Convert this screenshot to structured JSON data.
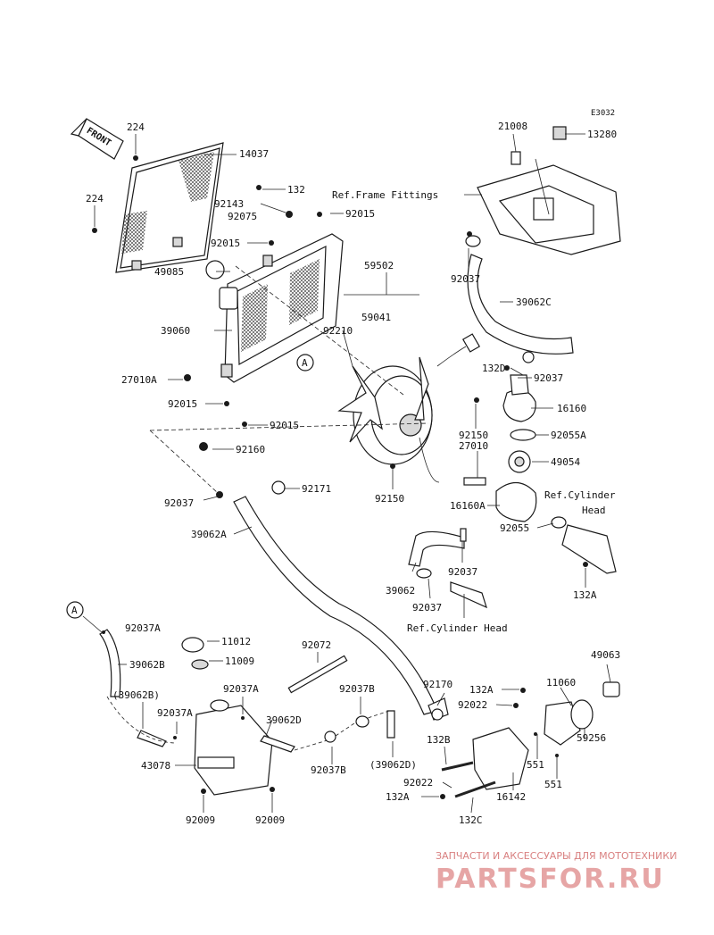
{
  "diagram_code": "E3032",
  "front_label": "FRONT",
  "parts": [
    {
      "id": "p224a",
      "label": "224"
    },
    {
      "id": "p14037",
      "label": "14037"
    },
    {
      "id": "p224b",
      "label": "224"
    },
    {
      "id": "p92143",
      "label": "92143"
    },
    {
      "id": "p132",
      "label": "132"
    },
    {
      "id": "p92075",
      "label": "92075"
    },
    {
      "id": "p92015a",
      "label": "92015"
    },
    {
      "id": "p92015b",
      "label": "92015"
    },
    {
      "id": "pRefFrame",
      "label": "Ref.Frame Fittings"
    },
    {
      "id": "p21008",
      "label": "21008"
    },
    {
      "id": "p13280",
      "label": "13280"
    },
    {
      "id": "p49085",
      "label": "49085"
    },
    {
      "id": "p59502",
      "label": "59502"
    },
    {
      "id": "p92037a",
      "label": "92037"
    },
    {
      "id": "p39062C",
      "label": "39062C"
    },
    {
      "id": "p59041",
      "label": "59041"
    },
    {
      "id": "p92210",
      "label": "92210"
    },
    {
      "id": "p39060",
      "label": "39060"
    },
    {
      "id": "pA1",
      "label": "A"
    },
    {
      "id": "p132D",
      "label": "132D"
    },
    {
      "id": "p92037b",
      "label": "92037"
    },
    {
      "id": "p27010A",
      "label": "27010A"
    },
    {
      "id": "p16160",
      "label": "16160"
    },
    {
      "id": "p92015c",
      "label": "92015"
    },
    {
      "id": "p92150a",
      "label": "92150"
    },
    {
      "id": "p92015d",
      "label": "92015"
    },
    {
      "id": "p27010",
      "label": "27010"
    },
    {
      "id": "p92055A",
      "label": "92055A"
    },
    {
      "id": "p92160",
      "label": "92160"
    },
    {
      "id": "p49054",
      "label": "49054"
    },
    {
      "id": "p92171",
      "label": "92171"
    },
    {
      "id": "p92150b",
      "label": "92150"
    },
    {
      "id": "p16160A",
      "label": "16160A"
    },
    {
      "id": "pRefCyl1",
      "label": "Ref.Cylinder"
    },
    {
      "id": "pRefCyl1b",
      "label": "Head"
    },
    {
      "id": "p92037c",
      "label": "92037"
    },
    {
      "id": "p39062A",
      "label": "39062A"
    },
    {
      "id": "p92055",
      "label": "92055"
    },
    {
      "id": "p39062",
      "label": "39062"
    },
    {
      "id": "p92037d",
      "label": "92037"
    },
    {
      "id": "p132A",
      "label": "132A"
    },
    {
      "id": "p92037e",
      "label": "92037"
    },
    {
      "id": "pRefCyl2",
      "label": "Ref.Cylinder Head"
    },
    {
      "id": "pA2",
      "label": "A"
    },
    {
      "id": "p92037A",
      "label": "92037A"
    },
    {
      "id": "p11012",
      "label": "11012"
    },
    {
      "id": "p92072",
      "label": "92072"
    },
    {
      "id": "p39062B",
      "label": "39062B"
    },
    {
      "id": "p11009",
      "label": "11009"
    },
    {
      "id": "p49063",
      "label": "49063"
    },
    {
      "id": "p92037A2",
      "label": "92037A"
    },
    {
      "id": "p92037B",
      "label": "92037B"
    },
    {
      "id": "p92170",
      "label": "92170"
    },
    {
      "id": "p132A2",
      "label": "132A"
    },
    {
      "id": "p11060",
      "label": "11060"
    },
    {
      "id": "p39062Bp",
      "label": "(39062B)"
    },
    {
      "id": "p92037A3",
      "label": "92037A"
    },
    {
      "id": "p39062D",
      "label": "39062D"
    },
    {
      "id": "p92022a",
      "label": "92022"
    },
    {
      "id": "p59256",
      "label": "59256"
    },
    {
      "id": "p132B",
      "label": "132B"
    },
    {
      "id": "p43078",
      "label": "43078"
    },
    {
      "id": "p92037B2",
      "label": "92037B"
    },
    {
      "id": "p39062Dp",
      "label": "(39062D)"
    },
    {
      "id": "p551a",
      "label": "551"
    },
    {
      "id": "p92022b",
      "label": "92022"
    },
    {
      "id": "p551b",
      "label": "551"
    },
    {
      "id": "p132A3",
      "label": "132A"
    },
    {
      "id": "p16142",
      "label": "16142"
    },
    {
      "id": "p92009a",
      "label": "92009"
    },
    {
      "id": "p92009b",
      "label": "92009"
    },
    {
      "id": "p132C",
      "label": "132C"
    }
  ],
  "watermark": {
    "line1": "ЗАПЧАСТИ И АКСЕССУАРЫ ДЛЯ МОТОТЕХНИКИ",
    "line2": "PARTSFOR.RU"
  },
  "colors": {
    "ink": "#1a1a1a",
    "watermark_small": "#d98080",
    "watermark_logo": "#e6a5a5"
  }
}
